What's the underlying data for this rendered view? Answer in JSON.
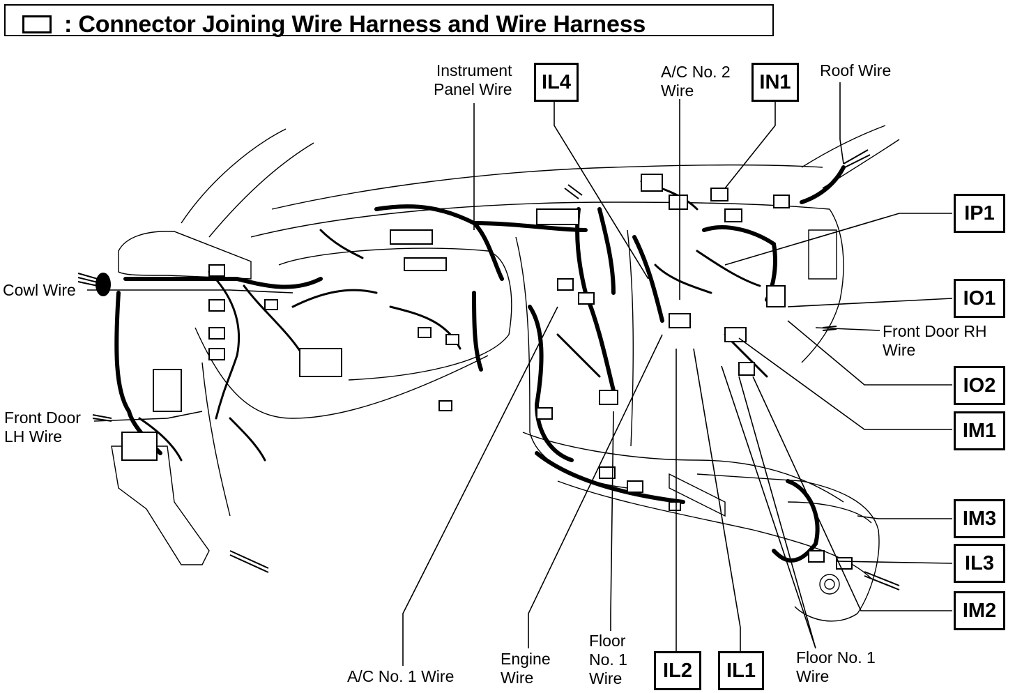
{
  "header": {
    "legend_symbol": "connector-box",
    "separator": ":",
    "title": "Connector Joining Wire Harness and Wire Harness"
  },
  "wire_labels": {
    "instrument_panel_wire": "Instrument\nPanel Wire",
    "ac_no2_wire": "A/C No. 2\nWire",
    "roof_wire": "Roof Wire",
    "cowl_wire": "Cowl Wire",
    "front_door_rh_wire": "Front Door RH\nWire",
    "front_door_lh_wire": "Front Door\nLH Wire",
    "ac_no1_wire": "A/C No. 1 Wire",
    "engine_wire": "Engine\nWire",
    "floor_no1_wire_center": "Floor\nNo. 1\nWire",
    "floor_no1_wire_right": "Floor No. 1\nWire"
  },
  "connector_codes": {
    "IL4": "IL4",
    "IN1": "IN1",
    "IP1": "IP1",
    "IO1": "IO1",
    "IO2": "IO2",
    "IM1": "IM1",
    "IM3": "IM3",
    "IL3": "IL3",
    "IM2": "IM2",
    "IL2": "IL2",
    "IL1": "IL1"
  }
}
